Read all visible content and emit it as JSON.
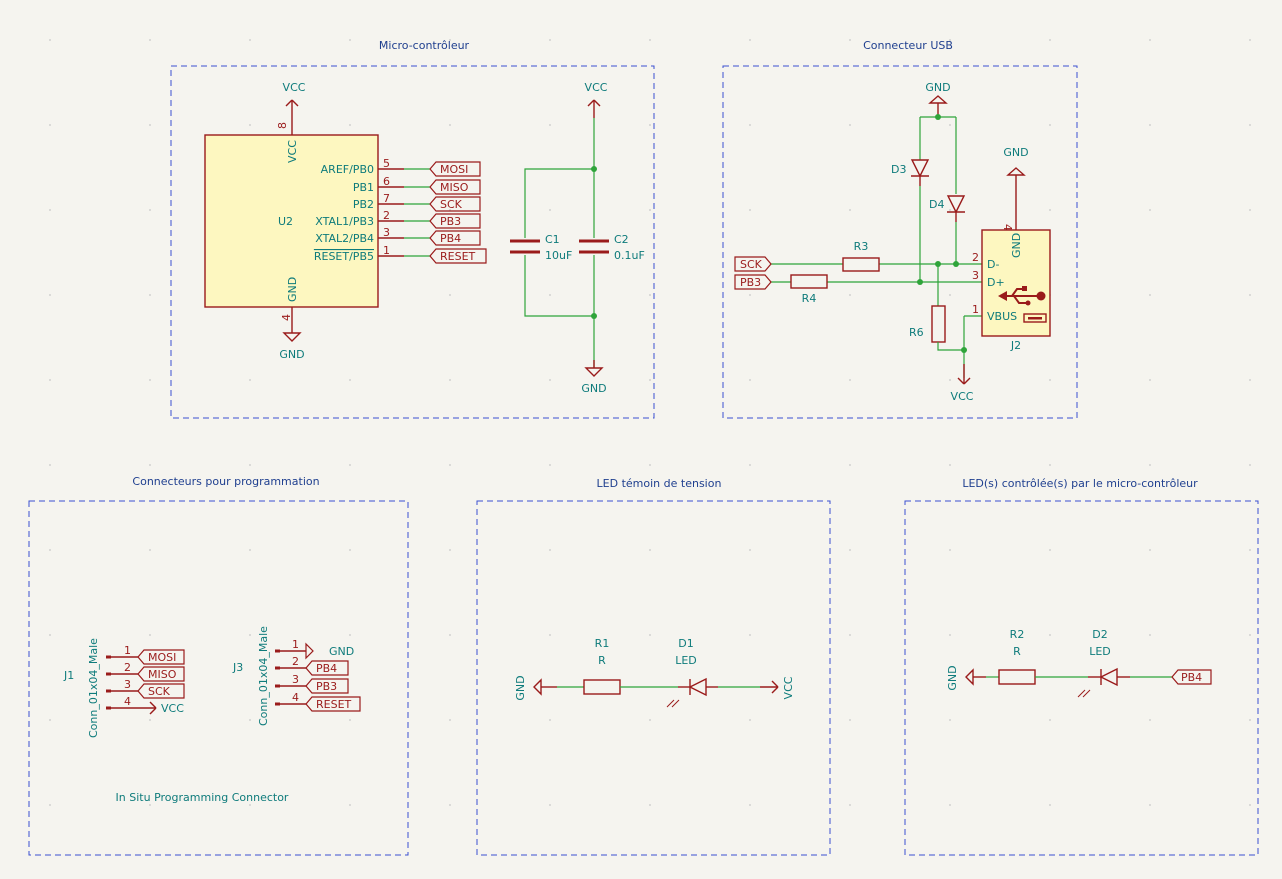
{
  "sections": {
    "mcu": "Micro-contrôleur",
    "usb": "Connecteur USB",
    "prog": "Connecteurs pour programmation",
    "led_power": "LED témoin de tension",
    "led_mcu": "LED(s) contrôlée(s) par le micro-contrôleur"
  },
  "mcu": {
    "ref": "U2",
    "pins_left_names": [
      "AREF/PB0",
      "PB1",
      "PB2",
      "XTAL1/PB3",
      "XTAL2/PB4",
      "RESET/PB5"
    ],
    "pins_left_nums": [
      "5",
      "6",
      "7",
      "2",
      "3",
      "1"
    ],
    "pin_vcc_name": "VCC",
    "pin_vcc_num": "8",
    "pin_gnd_name": "GND",
    "pin_gnd_num": "4",
    "labels": [
      "MOSI",
      "MISO",
      "SCK",
      "PB3",
      "PB4",
      "RESET"
    ]
  },
  "power": {
    "vcc": "VCC",
    "gnd": "GND"
  },
  "caps": [
    {
      "ref": "C1",
      "value": "10uF"
    },
    {
      "ref": "C2",
      "value": "0.1uF"
    }
  ],
  "usb": {
    "labels": [
      "SCK",
      "PB3"
    ],
    "resistors": [
      "R3",
      "R4",
      "R6"
    ],
    "diodes": [
      "D3",
      "D4"
    ],
    "connector": "J2",
    "pins": [
      {
        "num": "2",
        "name": "D-"
      },
      {
        "num": "3",
        "name": "D+"
      },
      {
        "num": "1",
        "name": "VBUS"
      },
      {
        "num": "4",
        "name": "GND"
      }
    ]
  },
  "prog": {
    "j1": {
      "ref": "J1",
      "value": "Conn_01x04_Male",
      "nums": [
        "1",
        "2",
        "3",
        "4"
      ],
      "nets": [
        "MOSI",
        "MISO",
        "SCK",
        "VCC"
      ]
    },
    "j3": {
      "ref": "J3",
      "value": "Conn_01x04_Male",
      "nums": [
        "1",
        "2",
        "3",
        "4"
      ],
      "nets": [
        "GND",
        "PB4",
        "PB3",
        "RESET"
      ]
    },
    "note": "In Situ Programming Connector"
  },
  "led_power": {
    "r_ref": "R1",
    "r_val": "R",
    "d_ref": "D1",
    "d_val": "LED",
    "gnd": "GND",
    "vcc": "VCC"
  },
  "led_mcu": {
    "r_ref": "R2",
    "r_val": "R",
    "d_ref": "D2",
    "d_val": "LED",
    "gnd": "GND",
    "net": "PB4"
  }
}
